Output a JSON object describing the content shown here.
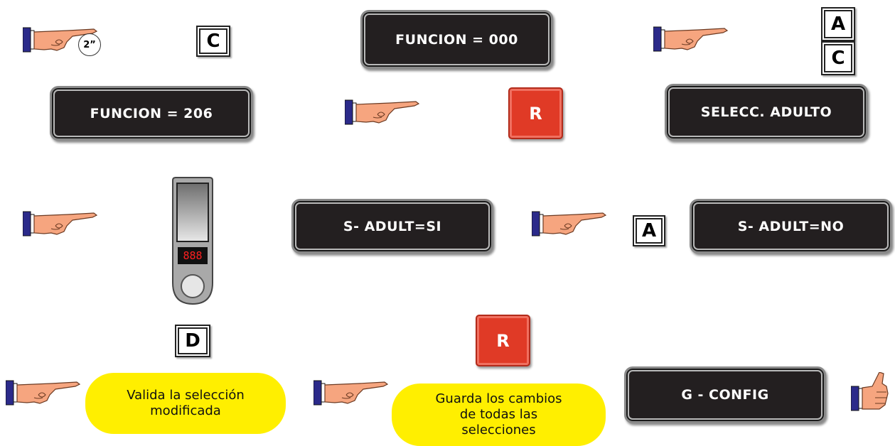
{
  "displays": {
    "funcion_000": "FUNCION = 000",
    "funcion_206": "FUNCION = 206",
    "selecc_adulto": "SELECC. ADULTO",
    "s_adult_si": "S- ADULT=SI",
    "s_adult_no": "S- ADULT=NO",
    "g_config": "G - CONFIG"
  },
  "keys": {
    "c": "C",
    "a": "A",
    "d": "D",
    "r": "R"
  },
  "timer_badge": "2”",
  "device_display": "888",
  "notes": {
    "valida": "Valida la selección modificada",
    "guarda": "Guarda los cambios de todas las selecciones"
  },
  "colors": {
    "lcd_bg": "#231f20",
    "r_key": "#e03a26",
    "note_bg": "#ffef00",
    "skin": "#f6a57f",
    "cuff": "#2b2a8a"
  }
}
